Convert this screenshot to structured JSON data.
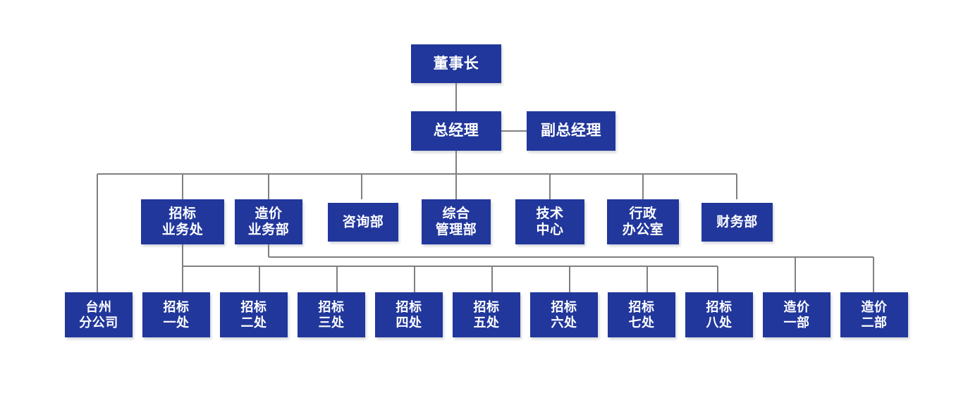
{
  "meta": {
    "title": "组织架构图",
    "box_color": "#21379B",
    "text_color": "#FFFFFF",
    "line_color": "#808080",
    "background": "#FFFFFF"
  },
  "nodes": {
    "chairman": {
      "label": "董事长",
      "lines": [
        "董事长"
      ]
    },
    "gm": {
      "label": "总经理",
      "lines": [
        "总经理"
      ]
    },
    "deputy_gm": {
      "label": "副总经理",
      "lines": [
        "副总经理"
      ]
    },
    "dept_1": {
      "label": "招标业务处",
      "lines": [
        "招标",
        "业务处"
      ]
    },
    "dept_2": {
      "label": "造价业务部",
      "lines": [
        "造价",
        "业务部"
      ]
    },
    "dept_3": {
      "label": "咨询部",
      "lines": [
        "咨询部"
      ]
    },
    "dept_4": {
      "label": "综合管理部",
      "lines": [
        "综合",
        "管理部"
      ]
    },
    "dept_5": {
      "label": "技术中心",
      "lines": [
        "技术",
        "中心"
      ]
    },
    "dept_6": {
      "label": "行政办公室",
      "lines": [
        "行政",
        "办公室"
      ]
    },
    "dept_7": {
      "label": "财务部",
      "lines": [
        "财务部"
      ]
    },
    "unit_1": {
      "label": "台州分公司",
      "lines": [
        "台州",
        "分公司"
      ]
    },
    "unit_2": {
      "label": "招标一处",
      "lines": [
        "招标",
        "一处"
      ]
    },
    "unit_3": {
      "label": "招标二处",
      "lines": [
        "招标",
        "二处"
      ]
    },
    "unit_4": {
      "label": "招标三处",
      "lines": [
        "招标",
        "三处"
      ]
    },
    "unit_5": {
      "label": "招标四处",
      "lines": [
        "招标",
        "四处"
      ]
    },
    "unit_6": {
      "label": "招标五处",
      "lines": [
        "招标",
        "五处"
      ]
    },
    "unit_7": {
      "label": "招标六处",
      "lines": [
        "招标",
        "六处"
      ]
    },
    "unit_8": {
      "label": "招标七处",
      "lines": [
        "招标",
        "七处"
      ]
    },
    "unit_9": {
      "label": "招标八处",
      "lines": [
        "招标",
        "八处"
      ]
    },
    "unit_10": {
      "label": "造价一部",
      "lines": [
        "造价",
        "一部"
      ]
    },
    "unit_11": {
      "label": "造价二部",
      "lines": [
        "造价",
        "二部"
      ]
    }
  },
  "hierarchy": {
    "root": "董事长",
    "level_2": [
      "总经理"
    ],
    "level_2_lateral": [
      "副总经理"
    ],
    "level_3": [
      "招标业务处",
      "造价业务部",
      "咨询部",
      "综合管理部",
      "技术中心",
      "行政办公室",
      "财务部"
    ],
    "level_4_under_gm": [
      "台州分公司"
    ],
    "level_4_under_招标业务处": [
      "招标一处",
      "招标二处",
      "招标三处",
      "招标四处",
      "招标五处",
      "招标六处",
      "招标七处",
      "招标八处"
    ],
    "level_4_under_造价业务部": [
      "造价一部",
      "造价二部"
    ]
  }
}
